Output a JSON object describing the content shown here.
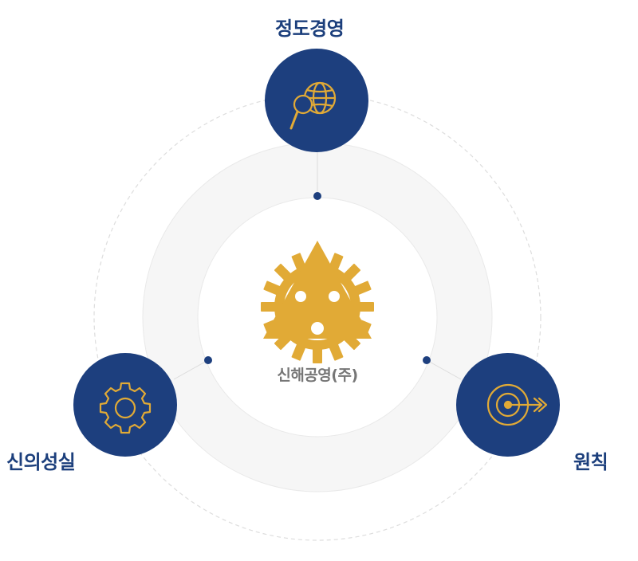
{
  "nodes": {
    "top": {
      "label": "정도경영",
      "icon": "globe-search-icon"
    },
    "left": {
      "label": "신의성실",
      "icon": "gear-icon"
    },
    "right": {
      "label": "원칙",
      "icon": "target-icon"
    }
  },
  "center": {
    "name": "신해공영(주)",
    "icon": "gear-triangle-emblem-icon"
  },
  "colors": {
    "node_fill": "#1d3f7e",
    "icon_gold": "#e1aa36",
    "label_navy": "#1c3f7c",
    "center_text": "#767676",
    "ring_fill": "#f5f5f5",
    "dot": "#1d3f7e"
  }
}
